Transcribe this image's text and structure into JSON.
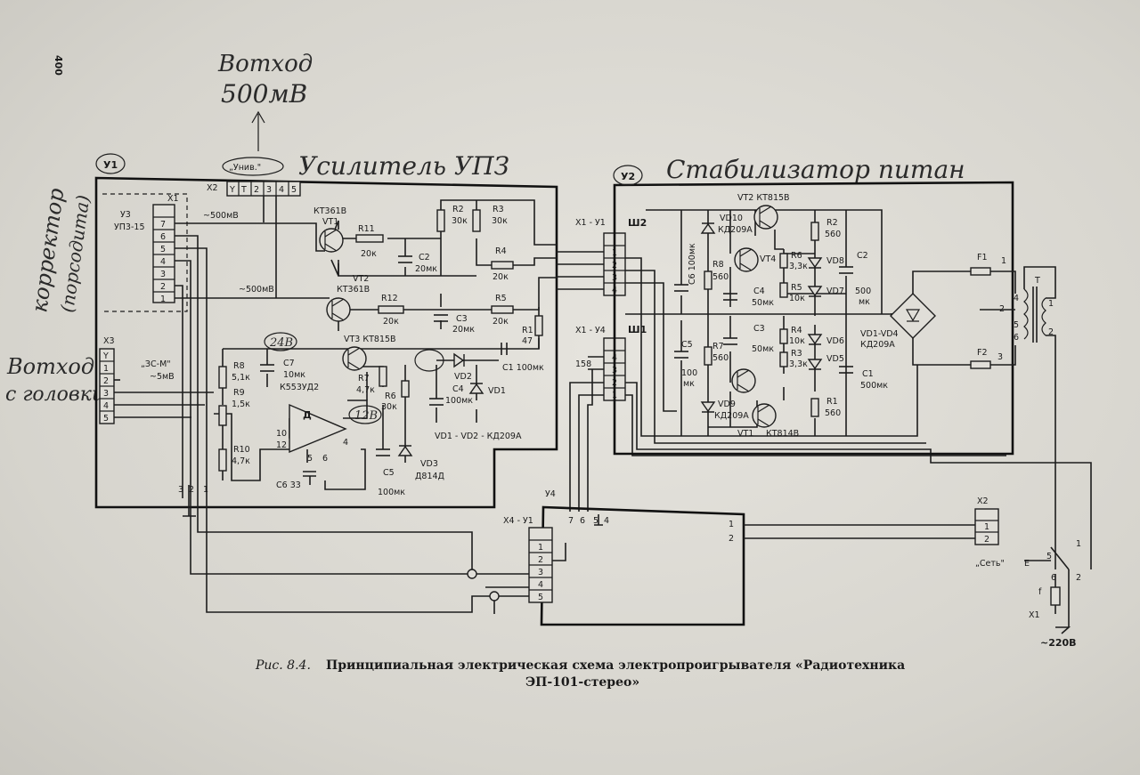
{
  "page_number": "400",
  "handwritten": {
    "output_top_line1": "Вотход",
    "output_top_line2": "500мВ",
    "amp_title": "Усилитель УПЗ",
    "stab_title": "Стабилизатор питан",
    "corrector_line1": "корректор",
    "corrector_line2": "(порсодита)",
    "input_head_line1": "Вотход",
    "input_head_line2": "с головки",
    "annot_24v": "24В",
    "annot_12v": "12В"
  },
  "blocks": {
    "u1": "У1",
    "u2": "У2",
    "u4": "У4"
  },
  "connectors": {
    "x1": "X1",
    "x2": "X2",
    "x3": "X3",
    "x1_u1": "X1 - У1",
    "x1_u4": "X1 - У4",
    "x4_u1": "X4 - У1",
    "x2_r": "X2",
    "x1_mains": "X1",
    "sh2": "Ш2",
    "sh1": "Ш1",
    "univ": "„Унив.\"",
    "x2_pins": [
      "Y",
      "T",
      "2",
      "3",
      "4",
      "5"
    ],
    "x1_pins": [
      "7",
      "6",
      "5",
      "4",
      "3",
      "2",
      "1"
    ],
    "x3_pins": [
      "Y",
      "1",
      "2",
      "3",
      "4",
      "5"
    ],
    "u2a_pins": [
      "1",
      "2",
      "3",
      "4"
    ],
    "u2b_pins": [
      "1",
      "2",
      "3",
      "4"
    ],
    "x4_pins": [
      "1",
      "2",
      "3",
      "4",
      "5"
    ],
    "x2r_pins": [
      "1",
      "2"
    ]
  },
  "labels": {
    "u3": "У3",
    "upz15": "УП3-15",
    "mv500a": "~500мВ",
    "mv500b": "~500мВ",
    "zs_m": "„ЗС-М\"",
    "mv5": "~5мВ",
    "vt1": "КТ361В",
    "vt1n": "VT1",
    "vt2": "КТ361В",
    "vt2n": "VT2",
    "vt3": "VT3  КТ815В",
    "r11": "R11",
    "r11v": "20к",
    "r12": "R12",
    "r12v": "20к",
    "r2": "R2",
    "r2v": "30к",
    "r3": "R3",
    "r3v": "30к",
    "r4": "R4",
    "r4v": "20к",
    "r5": "R5",
    "r5v": "20к",
    "r1": "R1",
    "r1v": "47",
    "c2": "C2",
    "c2v": "20мк",
    "c3": "C3",
    "c3v": "20мк",
    "c1": "C1 100мк",
    "r8": "R8",
    "r8v": "5,1к",
    "r9": "R9",
    "r9v": "1,5к",
    "r10": "R10",
    "r10v": "4,7к",
    "c7": "C7",
    "c7v": "10мк",
    "k553": "К553УД2",
    "r7": "R7",
    "r7v": "4,7к",
    "r6": "R6",
    "r6v": "30к",
    "c4": "C4",
    "c4v": "100мк",
    "vd2": "VD2",
    "vd1": "VD1",
    "vd12": "VD1 - VD2 - КД209А",
    "c5": "C5",
    "c5v": "100мк",
    "vd3": "VD3",
    "vd3v": "Д814Д",
    "c6": "C6 33",
    "opamp": "Д",
    "pin10": "10",
    "pin12": "12",
    "pin4": "4",
    "pin5": "5",
    "pin6": "6",
    "p3": "3",
    "p2": "2",
    "p1": "1",
    "p158": "158",
    "u2_vt2": "VT2  КТ815В",
    "u2_vd10": "VD10",
    "u2_vd10v": "КД209А",
    "u2_r2": "R2",
    "u2_r2v": "560",
    "u2_c6": "C6 100мк",
    "u2_r8": "R8",
    "u2_r8v": "560",
    "u2_vt4": "VT4",
    "u2_r6": "R6",
    "u2_r6v": "3,3к",
    "u2_vd8": "VD8",
    "u2_c2": "C2",
    "u2_c2v": "500",
    "u2_c2u": "мк",
    "u2_r5": "R5",
    "u2_r5v": "10к",
    "u2_vd7": "VD7",
    "u2_c4": "C4",
    "u2_c4v": "50мк",
    "u2_c3": "C3",
    "u2_c3v": "50мк",
    "u2_r4": "R4",
    "u2_r4v": "10к",
    "u2_vd6": "VD6",
    "u2_c5": "C5",
    "u2_c5v": "100",
    "u2_c5u": "мк",
    "u2_r7": "R7",
    "u2_r7v": "560",
    "u2_r3": "R3",
    "u2_r3v": "3,3к",
    "u2_vd5": "VD5",
    "u2_c1": "C1",
    "u2_c1v": "500мк",
    "u2_vd9": "VD9",
    "u2_vd9v": "КД209А",
    "u2_r1": "R1",
    "u2_r1v": "560",
    "u2_vt1": "VT1",
    "u2_vt1v": "КТ814В",
    "u2_vd14": "VD1-VD4",
    "u2_vd14v": "КД209А",
    "f1": "F1",
    "f2": "F2",
    "t": "T",
    "t1": "1",
    "t2": "2",
    "t3": "3",
    "t4": "4",
    "t5": "5",
    "t6": "6",
    "t7": "1",
    "t8": "2",
    "u4_7": "7",
    "u4_6": "6",
    "u4_5": "5",
    "u4_4": "4",
    "u4_out1": "1",
    "u4_out2": "2",
    "set": "„Сеть\"",
    "set_e": "E",
    "sw5": "5",
    "sw1": "1",
    "sw6": "6",
    "sw2": "2",
    "fuse_f": "f",
    "mains": "~220В"
  },
  "caption": {
    "fig": "Рис. 8.4.",
    "line1": "Принципиальная электрическая схема электропроигрывателя «Радиотехника",
    "line2": "ЭП-101-стерео»"
  }
}
